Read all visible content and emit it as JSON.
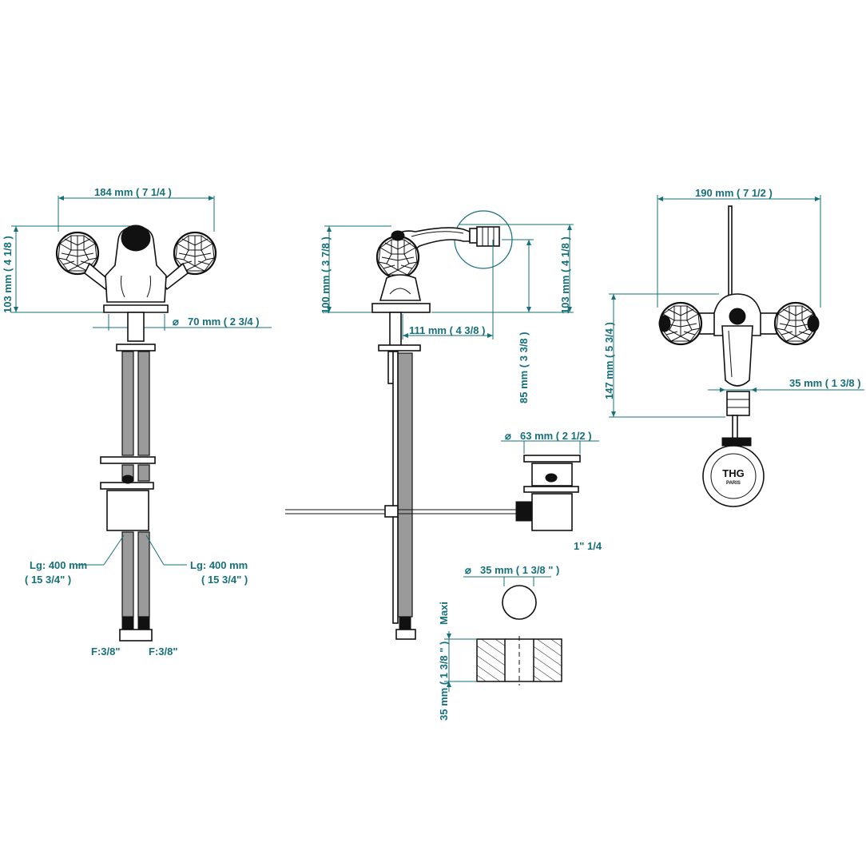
{
  "views": {
    "front": {
      "width_label": "184 mm ( 7 1/4 )",
      "height_label": "103 mm ( 4 1/8 )",
      "base_diameter_label": "70 mm ( 2 3/4 )",
      "hose_left_label_1": "Lg: 400 mm",
      "hose_left_label_2": "( 15 3/4\" )",
      "hose_right_label_1": "Lg: 400 mm",
      "hose_right_label_2": "( 15 3/4\" )",
      "thread_left": "F:3/8\"",
      "thread_right": "F:3/8\""
    },
    "side": {
      "height_left_label": "100 mm ( 3 7/8 )",
      "height_right_label": "103 mm ( 4 1/8 )",
      "reach_label": "111 mm ( 4 3/8 )",
      "spout_height_label": "85 mm ( 3 3/8 )",
      "waste_diameter_label": "63 mm ( 2 1/2 )",
      "waste_thread_label": "1\" 1/4"
    },
    "top": {
      "width_label": "190 mm ( 7 1/2 )",
      "depth_label": "147 mm ( 5 3/4 )",
      "spout_width_label": "35 mm ( 1 3/8 )",
      "logo_text": "THG",
      "logo_subtext": "PARIS"
    },
    "cutout": {
      "hole_diameter_label": "35 mm ( 1 3/8 \" )",
      "thickness_label": "35 mm ( 1 3/8 \" )",
      "maxi_label": "Maxi"
    }
  },
  "symbols": {
    "diameter": "⌀"
  },
  "colors": {
    "dimension": "#16707a",
    "outline": "#111111",
    "hose_fill": "#9a9a9a"
  }
}
